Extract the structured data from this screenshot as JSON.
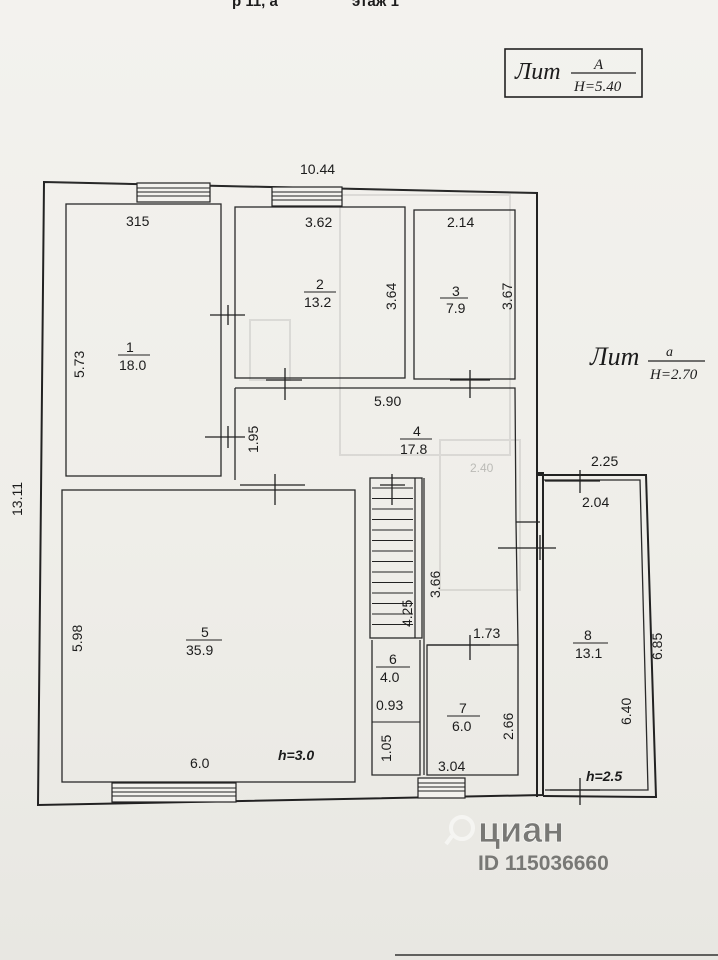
{
  "header": {
    "cut_text_left": "р 11, а",
    "cut_text_right": "этаж 1"
  },
  "lit_main": {
    "name": "Лит",
    "letter": "А",
    "height": "Н=5.40"
  },
  "lit_annex": {
    "name": "Лит",
    "letter": "а",
    "height": "Н=2.70"
  },
  "rooms": [
    {
      "number": "1",
      "area": "18.0"
    },
    {
      "number": "2",
      "area": "13.2"
    },
    {
      "number": "3",
      "area": "7.9"
    },
    {
      "number": "4",
      "area": "17.8"
    },
    {
      "number": "5",
      "area": "35.9"
    },
    {
      "number": "6",
      "area": "4.0"
    },
    {
      "number": "7",
      "area": "6.0"
    },
    {
      "number": "8",
      "area": "13.1"
    }
  ],
  "dimensions": {
    "overall_width": "10.44",
    "overall_height": "13.11",
    "room1_width": "315",
    "room1_height": "5.73",
    "room2_width": "3.62",
    "room2_height": "3.64",
    "room3_width": "2.14",
    "room3_height": "3.67",
    "corridor_width": "5.90",
    "corridor_height": "1.95",
    "room5_height": "5.98",
    "room5_width": "6.0",
    "stair_len": "4.25",
    "stair_height": "3.66",
    "room6_width": "0.93",
    "room7_top": "1.73",
    "room7_height": "2.66",
    "room7_width": "3.04",
    "room6_height": "1.05",
    "annex_top": "2.25",
    "annex_inner": "2.04",
    "annex_outer_height": "6.85",
    "annex_inner_height": "6.40",
    "stale_2_40": "2.40"
  },
  "heights": {
    "main": "h=3.0",
    "annex": "h=2.5"
  },
  "watermark": {
    "brand": "циан",
    "id": "ID 115036660"
  },
  "colors": {
    "paper": "#efeee9",
    "ink": "#1c1c1c"
  }
}
